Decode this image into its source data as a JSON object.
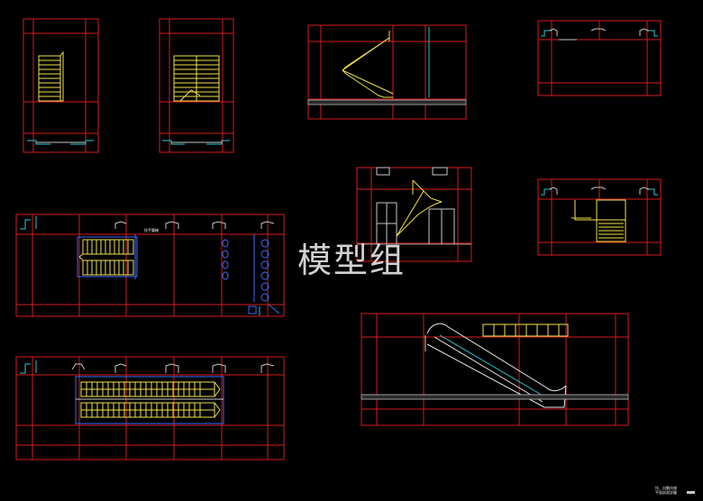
{
  "watermark": "模型组",
  "title_block": {
    "line1": "扶、自動扶梯",
    "line2": "平面剖面詳圖"
  },
  "escalator_plan_label": "扶手電梯",
  "colors": {
    "background": "#000000",
    "frame": "#d81c1c",
    "stair": "#f2e24a",
    "column": "#c8c8c8",
    "cyan": "#2ec6d6",
    "blue": "#3a6cff",
    "white": "#e8e8e8",
    "hatch": "#9a9a9a"
  }
}
